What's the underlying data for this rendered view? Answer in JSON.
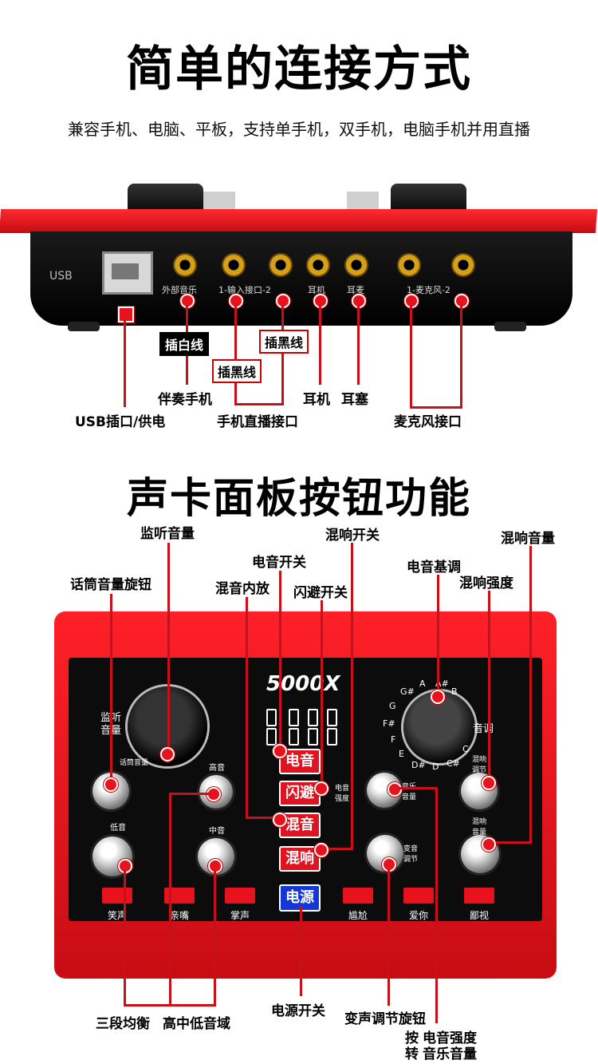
{
  "section1": {
    "title": "简单的连接方式",
    "subtitle": "兼容手机、电脑、平板，支持单手机，双手机，电脑手机并用直播",
    "rear_labels": {
      "usb": "USB",
      "ext_music": "外部音乐",
      "input": "1-输入接口-2",
      "headphone": "耳机",
      "earmic": "耳麦",
      "mic": "1-麦克风-2"
    },
    "callouts": {
      "white_cable": "插白线",
      "black_cable_1": "插黑线",
      "black_cable_2": "插黑线",
      "accompany_phone": "伴奏手机",
      "usb_power": "USB插口/供电",
      "phone_live": "手机直播接口",
      "headphone": "耳机",
      "earplug": "耳塞",
      "mic_port": "麦克风接口"
    }
  },
  "section2": {
    "title": "声卡面板按钮功能",
    "callouts": {
      "monitor_volume": "监听音量",
      "mic_volume_knob": "话筒音量旋钮",
      "electro_switch": "电音开关",
      "mix_inner": "混音内放",
      "dodge_switch": "闪避开关",
      "reverb_switch": "混响开关",
      "electro_key": "电音基调",
      "reverb_volume": "混响音量",
      "reverb_strength": "混响强度",
      "three_eq": "三段均衡",
      "high_mid_low": "高中低音域",
      "power_switch": "电源开关",
      "voice_change_knob": "变声调节旋钮",
      "press_label": "按",
      "turn_label": "转",
      "press_effect": "电音强度",
      "turn_effect": "音乐音量"
    },
    "panel": {
      "model": "5000X",
      "monitor": "监听",
      "monitor2": "音量",
      "key_label": "音调",
      "mic_vol": "话筒音量",
      "treble": "高音",
      "bass": "低音",
      "mid": "中音",
      "electro_strength": "电音强度",
      "music_vol": "音乐音量",
      "voice_adj": "变音调节",
      "reverb_adj": "混响调节",
      "reverb_vol": "混响音量",
      "btn_electro": "电音",
      "btn_dodge": "闪避",
      "btn_mix": "混音",
      "btn_reverb": "混响",
      "btn_power": "电源",
      "pads": [
        "笑声",
        "亲嘴",
        "掌声",
        "尴尬",
        "爱你",
        "鄙视"
      ],
      "notes": [
        "G#",
        "A",
        "A#",
        "B",
        "C",
        "C#",
        "D",
        "D#",
        "E",
        "F",
        "F#",
        "G"
      ]
    }
  },
  "colors": {
    "accent_red": "#e8121c",
    "line_red": "#c8101a",
    "power_blue": "#1438d8",
    "panel_black": "#0c0c0c"
  }
}
